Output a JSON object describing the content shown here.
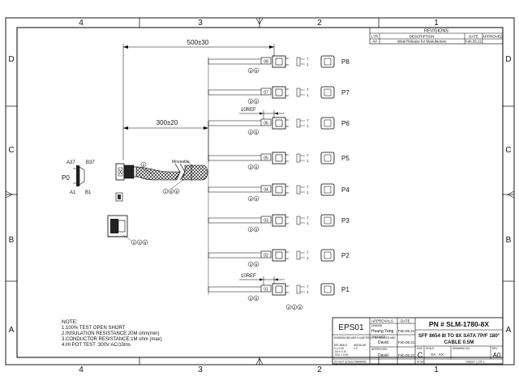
{
  "border": {
    "cols_top": [
      "4",
      "3",
      "2",
      "1"
    ],
    "cols_bottom": [
      "4",
      "3",
      "2",
      "1"
    ],
    "rows_left": [
      "D",
      "C",
      "B",
      "A"
    ],
    "rows_right": [
      "D",
      "C",
      "B",
      "A"
    ]
  },
  "revisions": {
    "title": "REVISIONS",
    "headers": [
      "LTR",
      "DESCRIPTION",
      "DATE",
      "APPROVED"
    ],
    "row": [
      "A0",
      "Initial Release for Manufacture",
      "Feb.05.21",
      ""
    ]
  },
  "dimensions": {
    "overall": "500±30",
    "breakout": "300±20",
    "ref_top": "10REF",
    "ref_bottom": "10REF",
    "moveable": "Moveable"
  },
  "p0": {
    "label": "P0",
    "a37": "A37",
    "b37": "B37",
    "a1": "A1",
    "b1": "B1"
  },
  "ports": [
    {
      "num": "08",
      "name": "P8"
    },
    {
      "num": "07",
      "name": "P7"
    },
    {
      "num": "06",
      "name": "P6"
    },
    {
      "num": "05",
      "name": "P5"
    },
    {
      "num": "04",
      "name": "P4"
    },
    {
      "num": "03",
      "name": "P3"
    },
    {
      "num": "02",
      "name": "P2"
    },
    {
      "num": "01",
      "name": "P1"
    }
  ],
  "pins": {
    "top": "7",
    "bottom": "1"
  },
  "callouts": {
    "port_pair": [
      "3",
      "6"
    ],
    "p0_body": "2",
    "cable": [
      "1",
      "6",
      "5"
    ],
    "side": [
      "3",
      "4",
      "5"
    ],
    "bottom": [
      "4",
      "2",
      "6"
    ]
  },
  "notes": {
    "title": "NOTE:",
    "lines": [
      "1.100% TEST OPEN SHORT",
      "2.INSULATION RESISTANCE:20M ohm(min)",
      "3.CONDUCTOR RESISTANCE:1M ohm (max)",
      "4.HI POT TEST :300V AC/10ms"
    ]
  },
  "title_block": {
    "company": "EPS01",
    "approvals": "APPROVALS",
    "date": "DATE",
    "drawn_label": "DRAWN",
    "drawn": "Huang Yang",
    "drawn_date": "Feb.05.21",
    "checked_label": "CHECKED",
    "checked": "David",
    "checked_date": "Feb.05.21",
    "approved_label": "APPROVED",
    "approved": "David",
    "approved_date": "Feb.05.21",
    "dims_note": "DIMENSIONS ARE IN (METER) TOLERANCES ARE:",
    "tolerances": [
      "DECIMALS",
      "X ± 0.25",
      ".XX ± 0.10",
      ".XXX ± 0.05"
    ],
    "angular": [
      "ANGULAR",
      "± 2°"
    ],
    "part_number": "PN # SLM-1780-8X",
    "description": "SFF 8654 8I TO 8X SATA 7P/F 180°",
    "description2": "CABLE 0.5M",
    "size_label": "SIZE",
    "size": "C",
    "scale_label": "SCALE",
    "scale": "XX : XX",
    "dwg_label": "DRAWING NO.",
    "rev_label": "REV",
    "rev": "A0",
    "sheet": "SHEET 1 OF 1",
    "id_no": "ID NO.",
    "do_not_scale": "DO NOT SCALE DRAWING"
  }
}
